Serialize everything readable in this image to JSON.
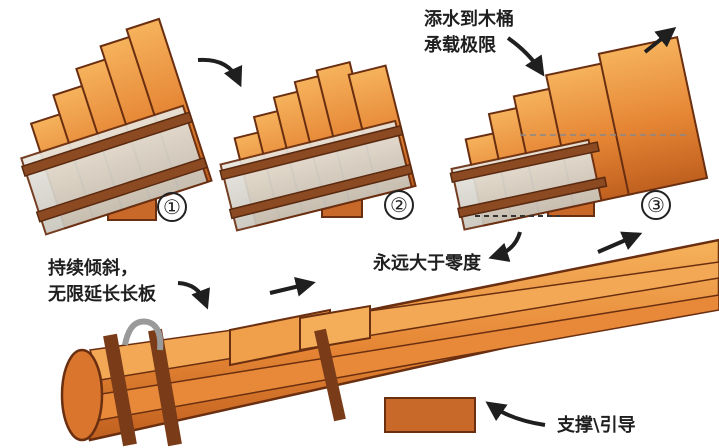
{
  "labels": {
    "fill_limit_line1": "添水到木桶",
    "fill_limit_line2": "承载极限",
    "tilt_line1": "持续倾斜，",
    "tilt_line2": "无限延长长板",
    "above_zero": "永远大于零度",
    "support": "支撑\\引导"
  },
  "steps": [
    "①",
    "②",
    "③"
  ],
  "colors": {
    "wood_light": "#f2a24a",
    "wood_mid": "#e07a2a",
    "wood_dark": "#b2521a",
    "outline": "#6a2e10",
    "stave": "#d9d8d2",
    "band": "#8b4a22",
    "support": "#c8692a",
    "water": "#cfe3ef"
  },
  "icons": [
    "arrow-icon",
    "circled-number-icon"
  ]
}
